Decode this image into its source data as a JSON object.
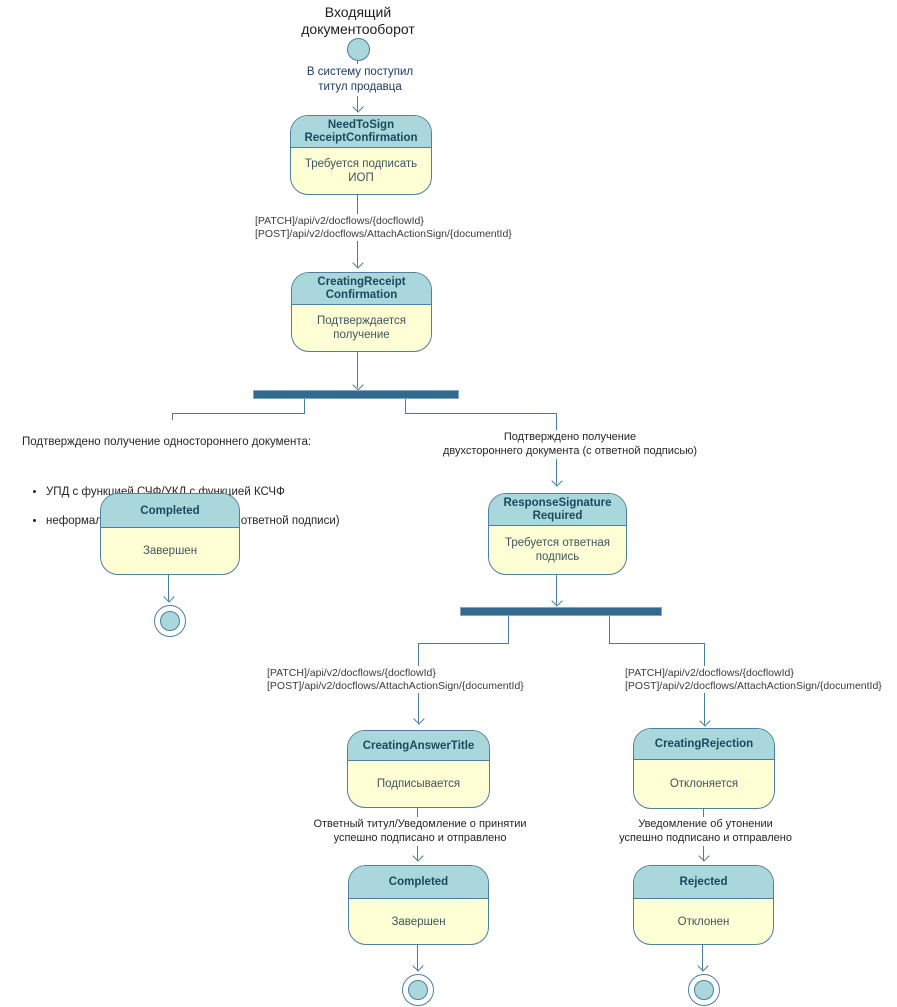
{
  "colors": {
    "line": "#4a7c9b",
    "state_border": "#4d80a3",
    "state_header_bg": "#a9d7db",
    "state_body_bg": "#feffd4",
    "state_title": "#1a4a5e",
    "state_text": "#3e5560",
    "fork_bar": "#31698f",
    "fork_bar_border": "#7fa8bf",
    "label_blue": "#1e3c64",
    "text": "#262626",
    "api_text": "#3b3b3b"
  },
  "title": "Входящий\nдокументооборот",
  "transitions": {
    "start_event": "В систему поступил\nтитул продавца",
    "api_sign": "[PATCH]/api/v2/docflows/{docflowId}\n[POST]/api/v2/docflows/AttachActionSign/{documentId}",
    "one_sided_title": "Подтверждено получение одностороннего документа:",
    "one_sided_items": [
      "УПД с функцией СЧФ/УКД с функцией КСЧФ",
      "неформализованный документ (без ответной подписи)"
    ],
    "two_sided": "Подтверждено получение\nдвухстороннего документа (с ответной подписью)",
    "answer_signed": "Ответный титул/Уведомление о принятии\nуспешно подписано и отправлено",
    "rejection_signed": "Уведомление об утонении\nуспешно подписано и отправлено"
  },
  "states": {
    "need_to_sign": {
      "name": "NeedToSign\nReceiptConfirmation",
      "desc": "Требуется подписать\nИОП"
    },
    "creating_receipt": {
      "name": "CreatingReceipt\nConfirmation",
      "desc": "Подтверждается\nполучение"
    },
    "completed_left": {
      "name": "Completed",
      "desc": "Завершен"
    },
    "response_signature": {
      "name": "ResponseSignature\nRequired",
      "desc": "Требуется ответная\nподпись"
    },
    "creating_answer": {
      "name": "CreatingAnswerTitle",
      "desc": "Подписывается"
    },
    "creating_rejection": {
      "name": "CreatingRejection",
      "desc": "Отклоняется"
    },
    "completed_bottom": {
      "name": "Completed",
      "desc": "Завершен"
    },
    "rejected": {
      "name": "Rejected",
      "desc": "Отклонен"
    }
  }
}
